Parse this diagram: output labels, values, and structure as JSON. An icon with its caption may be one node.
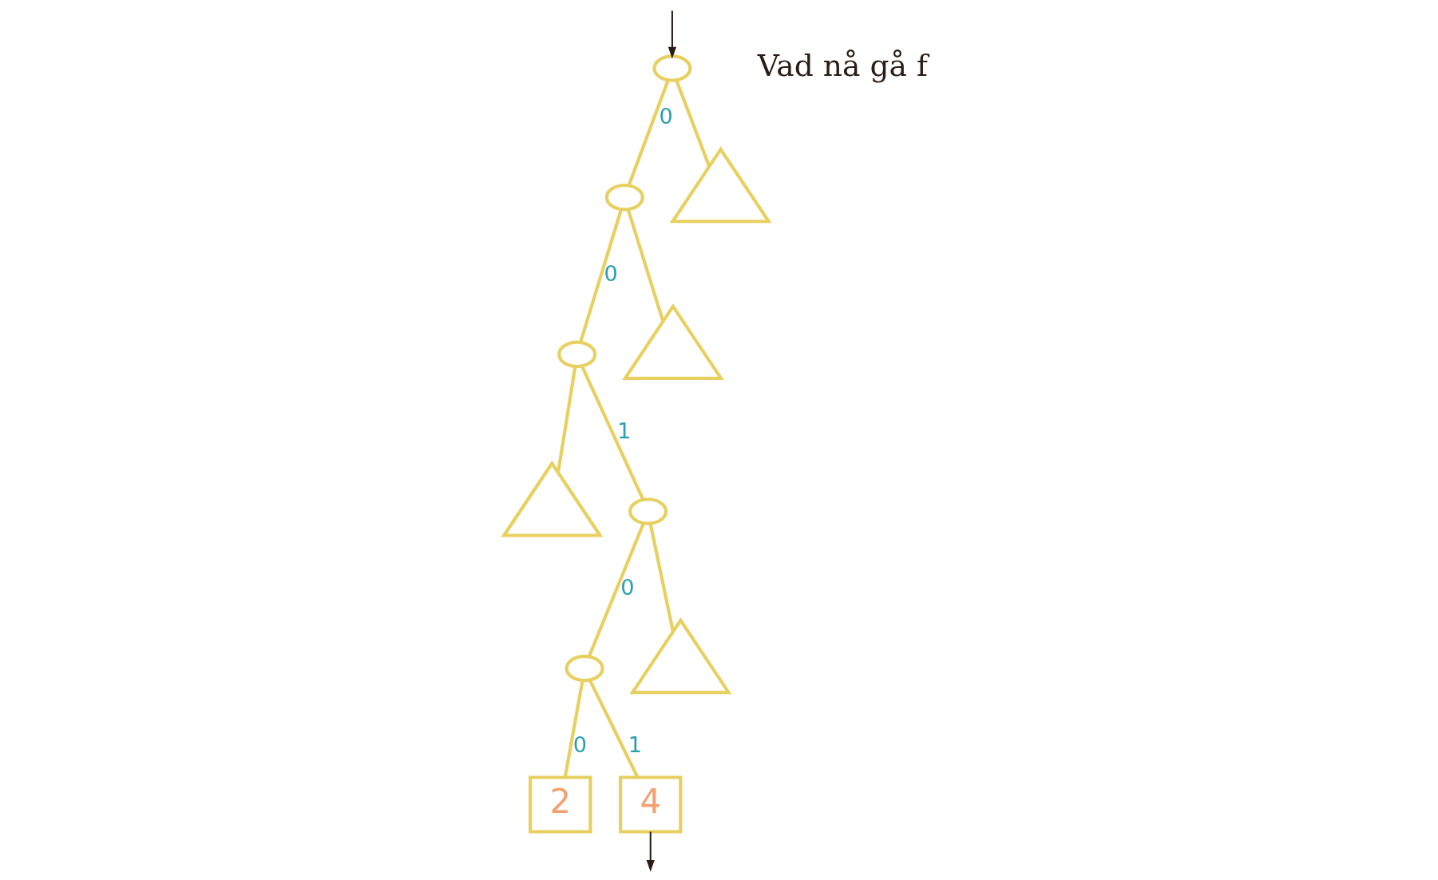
{
  "diagram": {
    "nodes": [
      {
        "text": [],
        "shape": "circle"
      },
      {
        "text": [],
        "shape": "circle"
      },
      {
        "text": [],
        "shape": "circle"
      },
      {
        "text": [],
        "shape": "circle"
      },
      {
        "text": [],
        "shape": "circle"
      },
      {
        "text": [
          "2"
        ]
      },
      {
        "text": [
          "4"
        ]
      },
      {
        "text": [],
        "shape": "triangle"
      },
      {
        "text": [],
        "shape": "triangle"
      },
      {
        "text": [],
        "shape": "triangle"
      },
      {
        "text": [],
        "shape": "triangle"
      }
    ],
    "edges": [
      {
        "from": 0,
        "to": 1,
        "label": "0",
        "arrow": "none"
      },
      {
        "from": 0,
        "to": 10,
        "arrow": "none"
      },
      {
        "from": 1,
        "to": 2,
        "label": "0",
        "arrow": "none"
      },
      {
        "from": 1,
        "to": 9,
        "arrow": "none"
      },
      {
        "from": 2,
        "to": 7,
        "arrow": "none"
      },
      {
        "from": 2,
        "to": 3,
        "label": "1",
        "arrow": "none"
      },
      {
        "from": 3,
        "to": 4,
        "label": "0",
        "arrow": "none"
      },
      {
        "from": 3,
        "to": 8,
        "arrow": "none"
      },
      {
        "from": 4,
        "to": 5,
        "label": "0",
        "arrow": "none"
      },
      {
        "from": 4,
        "to": 6,
        "label": "1",
        "arrow": "none"
      },
      {
        "from": null,
        "to": 0,
        "arrow": "to",
        "color": "#2b1d14"
      },
      {
        "from": 6,
        "to": null,
        "arrow": "to",
        "color": "#2b1d14"
      }
    ],
    "labels": [
      "Vad nå gå f"
    ]
  }
}
